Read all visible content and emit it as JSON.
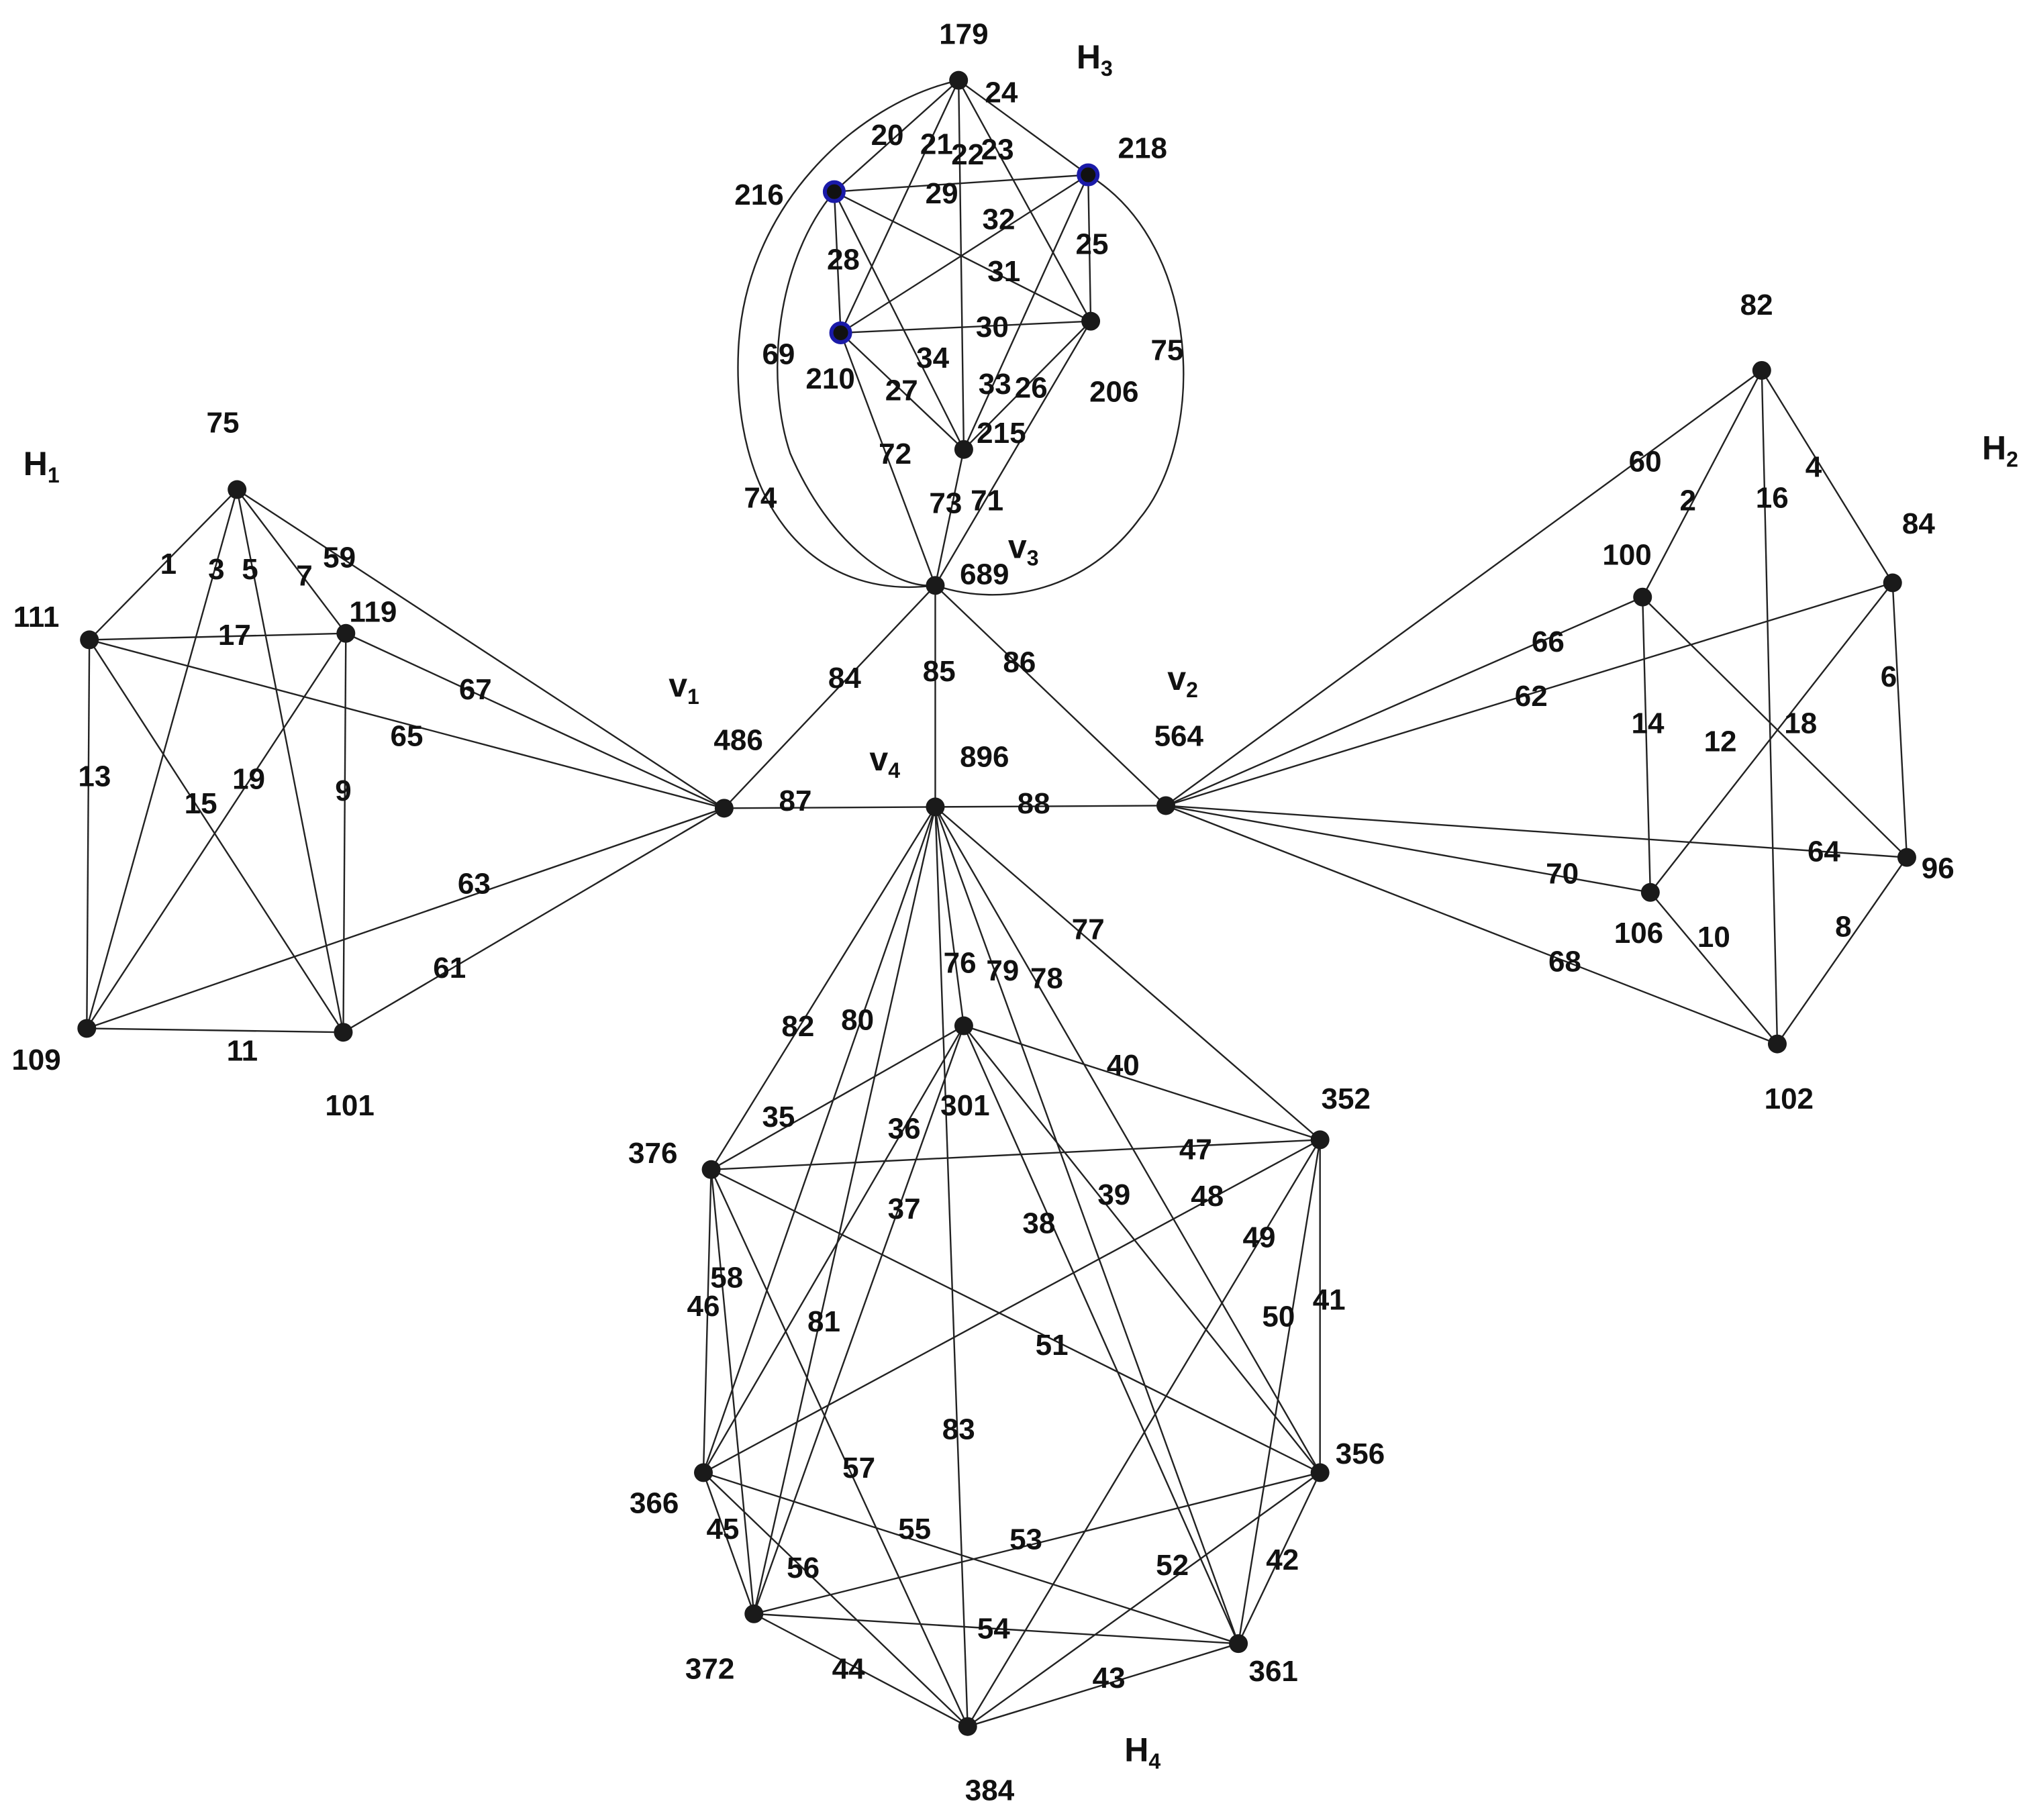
{
  "graph": {
    "subgraph_names": [
      {
        "id": "H1",
        "base": "H",
        "sub": "1"
      },
      {
        "id": "H2",
        "base": "H",
        "sub": "2"
      },
      {
        "id": "H3",
        "base": "H",
        "sub": "3"
      },
      {
        "id": "H4",
        "base": "H",
        "sub": "4"
      }
    ],
    "special_names": [
      {
        "id": "v1",
        "base": "v",
        "sub": "1"
      },
      {
        "id": "v2",
        "base": "v",
        "sub": "2"
      },
      {
        "id": "v3",
        "base": "v",
        "sub": "3"
      },
      {
        "id": "v4",
        "base": "v",
        "sub": "4"
      }
    ],
    "vertices": [
      {
        "id": "a75",
        "label": "75"
      },
      {
        "id": "a111",
        "label": "111"
      },
      {
        "id": "a119",
        "label": "119"
      },
      {
        "id": "a109",
        "label": "109"
      },
      {
        "id": "a101",
        "label": "101"
      },
      {
        "id": "b82",
        "label": "82"
      },
      {
        "id": "b100",
        "label": "100"
      },
      {
        "id": "b84",
        "label": "84"
      },
      {
        "id": "b96",
        "label": "96"
      },
      {
        "id": "b106",
        "label": "106"
      },
      {
        "id": "b102",
        "label": "102"
      },
      {
        "id": "c179",
        "label": "179"
      },
      {
        "id": "c216",
        "label": "216",
        "color": "#1a1aa8"
      },
      {
        "id": "c218",
        "label": "218",
        "color": "#1a1aa8"
      },
      {
        "id": "c210",
        "label": "210",
        "color": "#1a1aa8"
      },
      {
        "id": "c206",
        "label": "206"
      },
      {
        "id": "c215",
        "label": "215"
      },
      {
        "id": "d301",
        "label": "301"
      },
      {
        "id": "d376",
        "label": "376"
      },
      {
        "id": "d352",
        "label": "352"
      },
      {
        "id": "d366",
        "label": "366"
      },
      {
        "id": "d356",
        "label": "356"
      },
      {
        "id": "d372",
        "label": "372"
      },
      {
        "id": "d361",
        "label": "361"
      },
      {
        "id": "d384",
        "label": "384"
      },
      {
        "id": "v1",
        "label": "486"
      },
      {
        "id": "v2",
        "label": "564"
      },
      {
        "id": "v3",
        "label": "689"
      },
      {
        "id": "v4",
        "label": "896"
      }
    ],
    "edges": [
      {
        "from": "a75",
        "to": "a111",
        "label": "1"
      },
      {
        "from": "a75",
        "to": "a109",
        "label": "3"
      },
      {
        "from": "a75",
        "to": "a101",
        "label": "5"
      },
      {
        "from": "a75",
        "to": "a119",
        "label": "7"
      },
      {
        "from": "a119",
        "to": "a101",
        "label": "9"
      },
      {
        "from": "a109",
        "to": "a101",
        "label": "11"
      },
      {
        "from": "a111",
        "to": "a109",
        "label": "13"
      },
      {
        "from": "a111",
        "to": "a101",
        "label": "15"
      },
      {
        "from": "a111",
        "to": "a119",
        "label": "17"
      },
      {
        "from": "a119",
        "to": "a109",
        "label": "19"
      },
      {
        "from": "a75",
        "to": "v1",
        "label": "59"
      },
      {
        "from": "a101",
        "to": "v1",
        "label": "61"
      },
      {
        "from": "a109",
        "to": "v1",
        "label": "63"
      },
      {
        "from": "a111",
        "to": "v1",
        "label": "65"
      },
      {
        "from": "a119",
        "to": "v1",
        "label": "67"
      },
      {
        "from": "b82",
        "to": "b100",
        "label": "2"
      },
      {
        "from": "b82",
        "to": "b84",
        "label": "4"
      },
      {
        "from": "b84",
        "to": "b96",
        "label": "6"
      },
      {
        "from": "b96",
        "to": "b102",
        "label": "8"
      },
      {
        "from": "b106",
        "to": "b102",
        "label": "10"
      },
      {
        "from": "b84",
        "to": "b106",
        "label": "12"
      },
      {
        "from": "b100",
        "to": "b106",
        "label": "14"
      },
      {
        "from": "b82",
        "to": "b102",
        "label": "16"
      },
      {
        "from": "b100",
        "to": "b96",
        "label": "18"
      },
      {
        "from": "v2",
        "to": "b82",
        "label": "60"
      },
      {
        "from": "v2",
        "to": "b84",
        "label": "62"
      },
      {
        "from": "v2",
        "to": "b96",
        "label": "64"
      },
      {
        "from": "v2",
        "to": "b100",
        "label": "66"
      },
      {
        "from": "v2",
        "to": "b102",
        "label": "68"
      },
      {
        "from": "v2",
        "to": "b106",
        "label": "70"
      },
      {
        "from": "c179",
        "to": "c216",
        "label": "20"
      },
      {
        "from": "c179",
        "to": "c210",
        "label": "21"
      },
      {
        "from": "c179",
        "to": "c215",
        "label": "22"
      },
      {
        "from": "c179",
        "to": "c206",
        "label": "23"
      },
      {
        "from": "c179",
        "to": "c218",
        "label": "24"
      },
      {
        "from": "c218",
        "to": "c206",
        "label": "25"
      },
      {
        "from": "c218",
        "to": "c215",
        "label": "26"
      },
      {
        "from": "c210",
        "to": "c215",
        "label": "27"
      },
      {
        "from": "c216",
        "to": "c210",
        "label": "28"
      },
      {
        "from": "c216",
        "to": "c218",
        "label": "29"
      },
      {
        "from": "c210",
        "to": "c206",
        "label": "30"
      },
      {
        "from": "c216",
        "to": "c206",
        "label": "31"
      },
      {
        "from": "c210",
        "to": "c218",
        "label": "32"
      },
      {
        "from": "c206",
        "to": "c215",
        "label": "33"
      },
      {
        "from": "c216",
        "to": "c215",
        "label": "34"
      },
      {
        "from": "c216",
        "to": "v3",
        "label": "69",
        "curve": true
      },
      {
        "from": "c179",
        "to": "v3",
        "label": "74",
        "curve": true
      },
      {
        "from": "c218",
        "to": "v3",
        "label": "75",
        "curve": true
      },
      {
        "from": "c206",
        "to": "v3",
        "label": "71"
      },
      {
        "from": "c210",
        "to": "v3",
        "label": "72"
      },
      {
        "from": "c215",
        "to": "v3",
        "label": "73"
      },
      {
        "from": "d301",
        "to": "d376",
        "label": "35"
      },
      {
        "from": "d301",
        "to": "d366",
        "label": "36"
      },
      {
        "from": "d301",
        "to": "d372",
        "label": "37"
      },
      {
        "from": "d301",
        "to": "d361",
        "label": "38"
      },
      {
        "from": "d301",
        "to": "d356",
        "label": "39"
      },
      {
        "from": "d301",
        "to": "d352",
        "label": "40"
      },
      {
        "from": "d352",
        "to": "d356",
        "label": "41"
      },
      {
        "from": "d356",
        "to": "d361",
        "label": "42"
      },
      {
        "from": "d384",
        "to": "d361",
        "label": "43"
      },
      {
        "from": "d372",
        "to": "d384",
        "label": "44"
      },
      {
        "from": "d366",
        "to": "d372",
        "label": "45"
      },
      {
        "from": "d376",
        "to": "d366",
        "label": "46"
      },
      {
        "from": "d376",
        "to": "d352",
        "label": "47"
      },
      {
        "from": "d366",
        "to": "d352",
        "label": "48"
      },
      {
        "from": "d384",
        "to": "d352",
        "label": "49"
      },
      {
        "from": "d361",
        "to": "d352",
        "label": "50"
      },
      {
        "from": "d376",
        "to": "d356",
        "label": "51"
      },
      {
        "from": "d384",
        "to": "d356",
        "label": "52"
      },
      {
        "from": "d372",
        "to": "d356",
        "label": "53"
      },
      {
        "from": "d372",
        "to": "d361",
        "label": "54"
      },
      {
        "from": "d366",
        "to": "d361",
        "label": "55"
      },
      {
        "from": "d366",
        "to": "d384",
        "label": "56"
      },
      {
        "from": "d376",
        "to": "d384",
        "label": "57"
      },
      {
        "from": "d376",
        "to": "d372",
        "label": "58"
      },
      {
        "from": "v4",
        "to": "d301",
        "label": "76"
      },
      {
        "from": "v4",
        "to": "d352",
        "label": "77"
      },
      {
        "from": "v4",
        "to": "d356",
        "label": "78"
      },
      {
        "from": "v4",
        "to": "d361",
        "label": "79"
      },
      {
        "from": "v4",
        "to": "d366",
        "label": "80"
      },
      {
        "from": "v4",
        "to": "d372",
        "label": "81"
      },
      {
        "from": "v4",
        "to": "d376",
        "label": "82"
      },
      {
        "from": "v4",
        "to": "d384",
        "label": "83"
      },
      {
        "from": "v1",
        "to": "v3",
        "label": "84"
      },
      {
        "from": "v4",
        "to": "v3",
        "label": "85"
      },
      {
        "from": "v2",
        "to": "v3",
        "label": "86"
      },
      {
        "from": "v1",
        "to": "v4",
        "label": "87"
      },
      {
        "from": "v4",
        "to": "v2",
        "label": "88"
      }
    ]
  }
}
